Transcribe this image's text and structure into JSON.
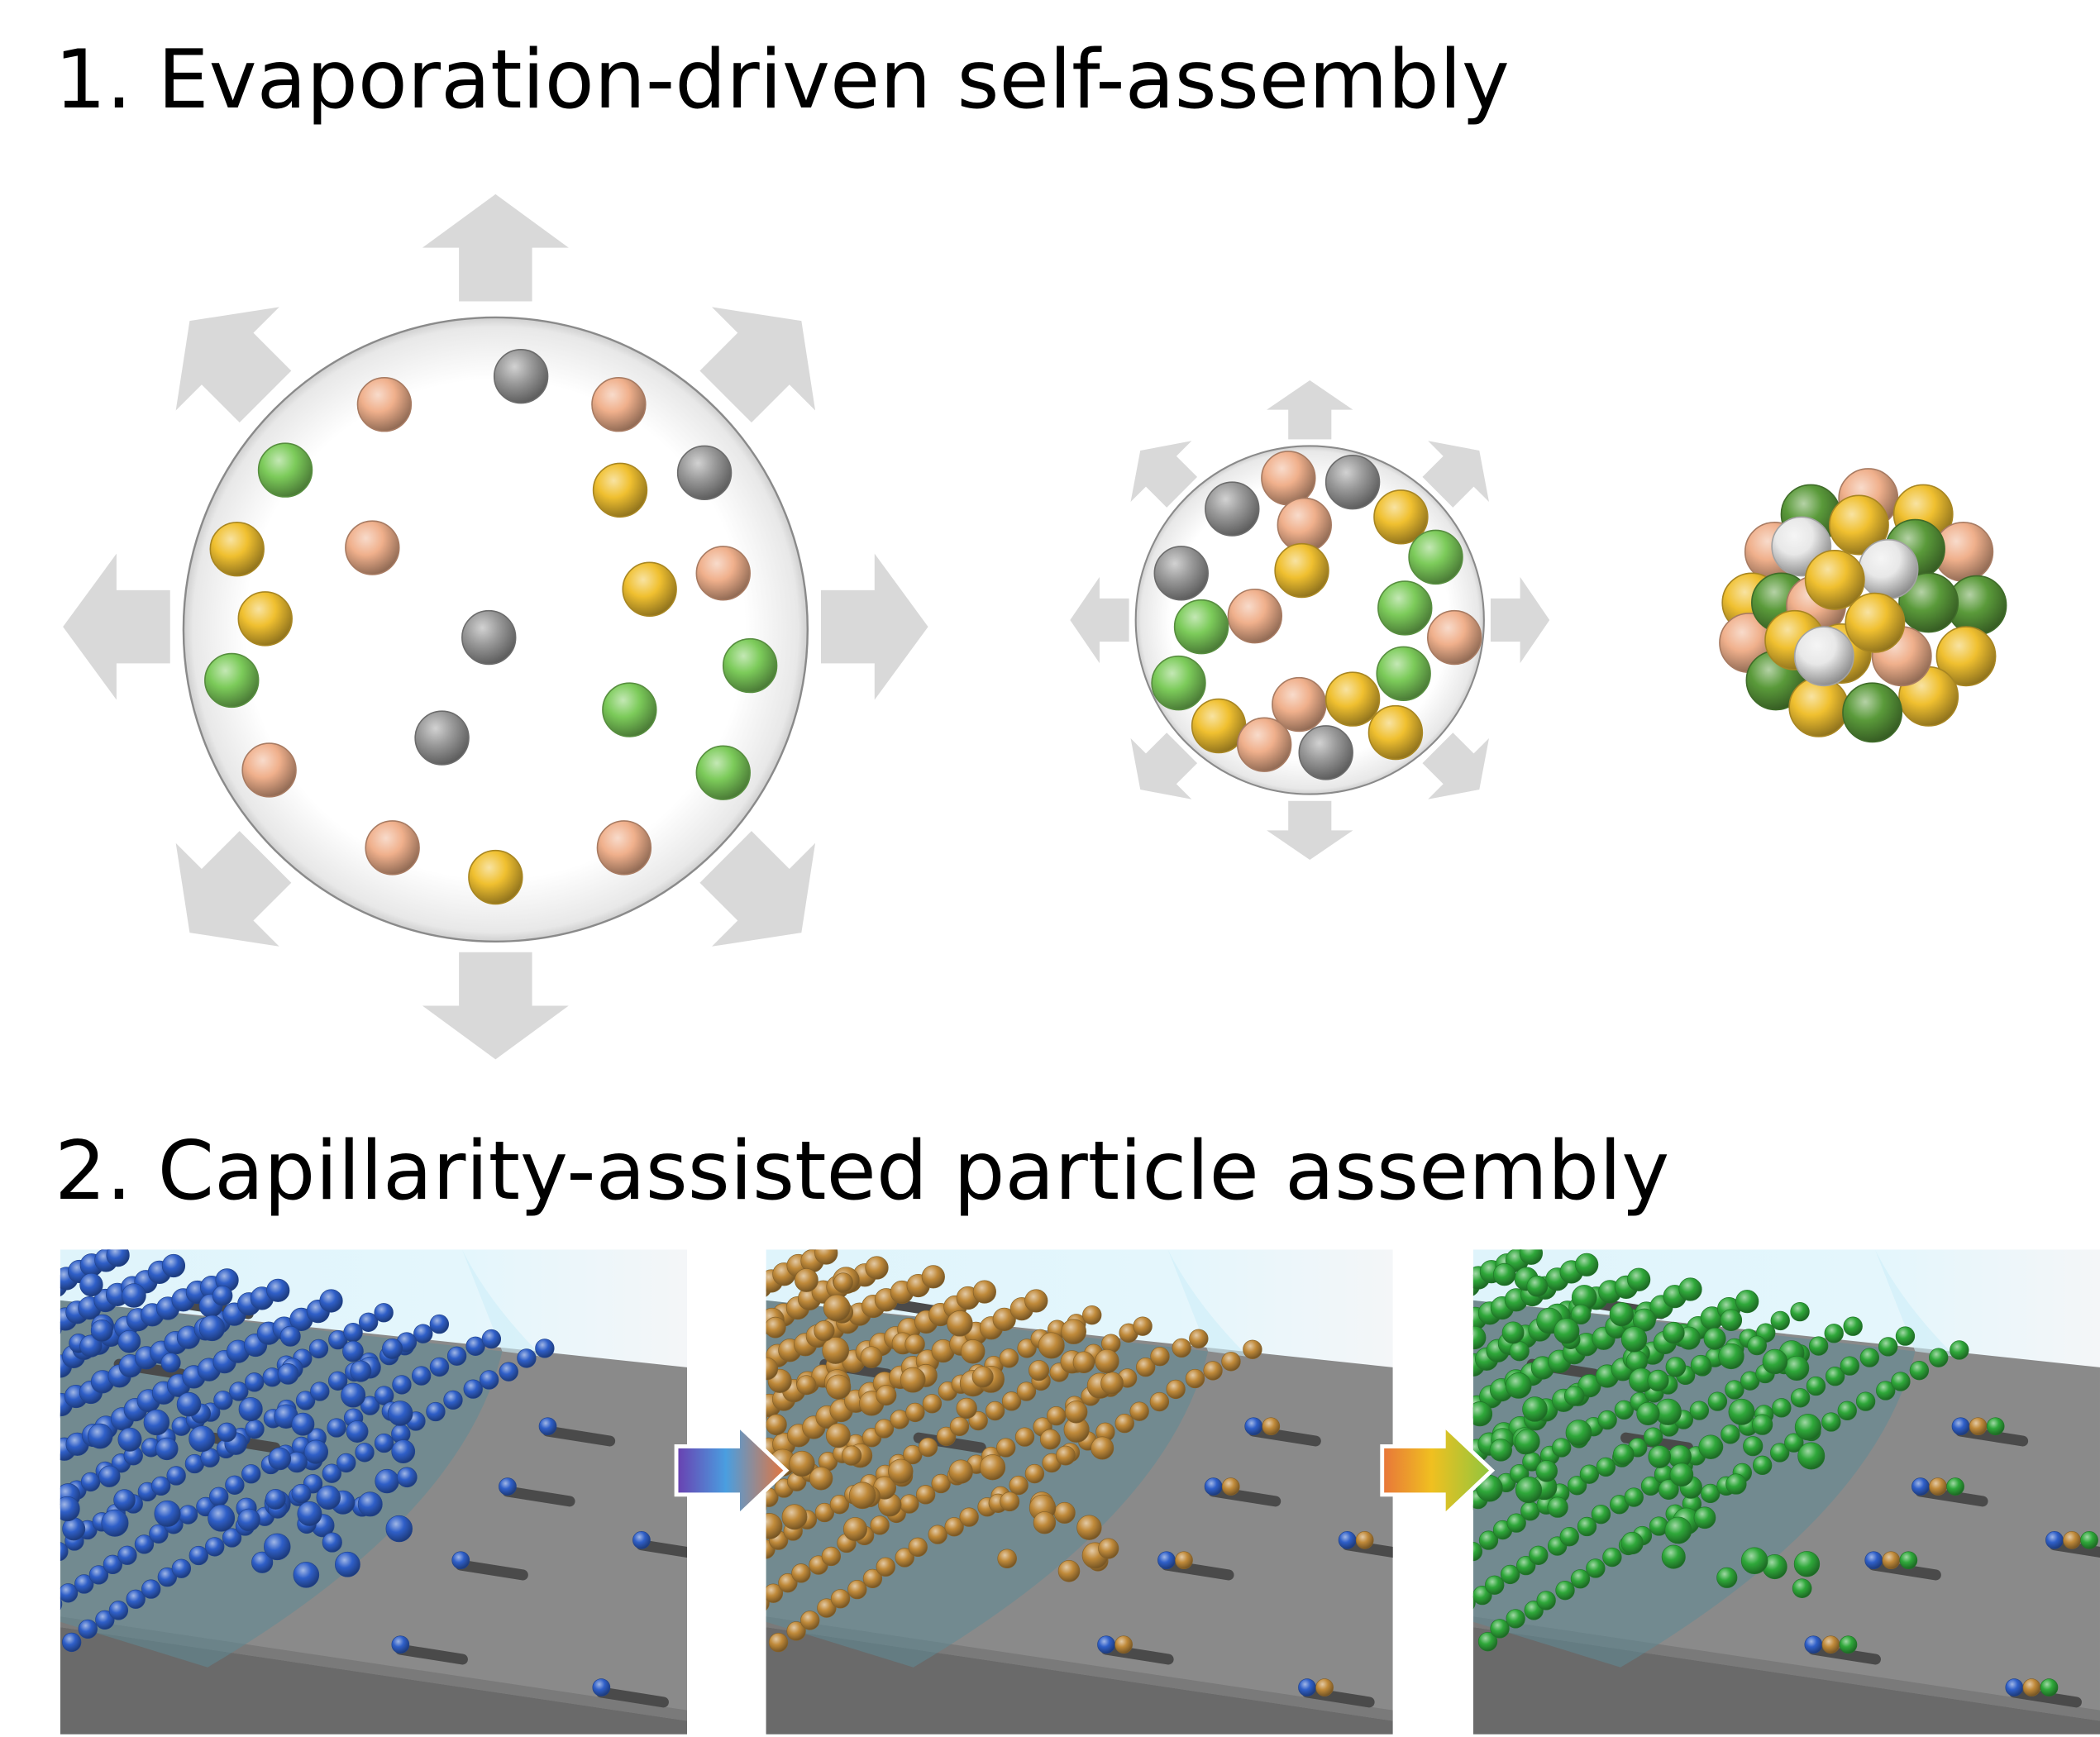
{
  "section1": {
    "title": "1. Evaporation-driven self-assembly",
    "stages": [
      "large-droplet",
      "shrinking-droplet",
      "assembled-cluster"
    ]
  },
  "section2": {
    "title": "2. Capillarity-assisted particle assembly",
    "panels": [
      {
        "particle_color": "#2f5fc8",
        "trapped": [
          "#2f5fc8"
        ]
      },
      {
        "particle_color": "#c08a3a",
        "trapped": [
          "#2f5fc8",
          "#c08a3a"
        ]
      },
      {
        "particle_color": "#2fa83a",
        "trapped": [
          "#2f5fc8",
          "#c08a3a",
          "#2fa83a"
        ]
      }
    ],
    "arrows": [
      {
        "from": "#6a3fb0",
        "mid": "#4a9ee0",
        "to": "#e8743a"
      },
      {
        "from": "#e8743a",
        "mid": "#f0c020",
        "to": "#8cc63f"
      }
    ]
  },
  "colors": {
    "peach": "#f0b08c",
    "grey": "#9a9a9a",
    "yellow": "#f0c030",
    "green": "#7ccb5a",
    "dark_green": "#5a9a3a",
    "white": "#e8e8e8",
    "arrow": "#d9d9d9"
  }
}
